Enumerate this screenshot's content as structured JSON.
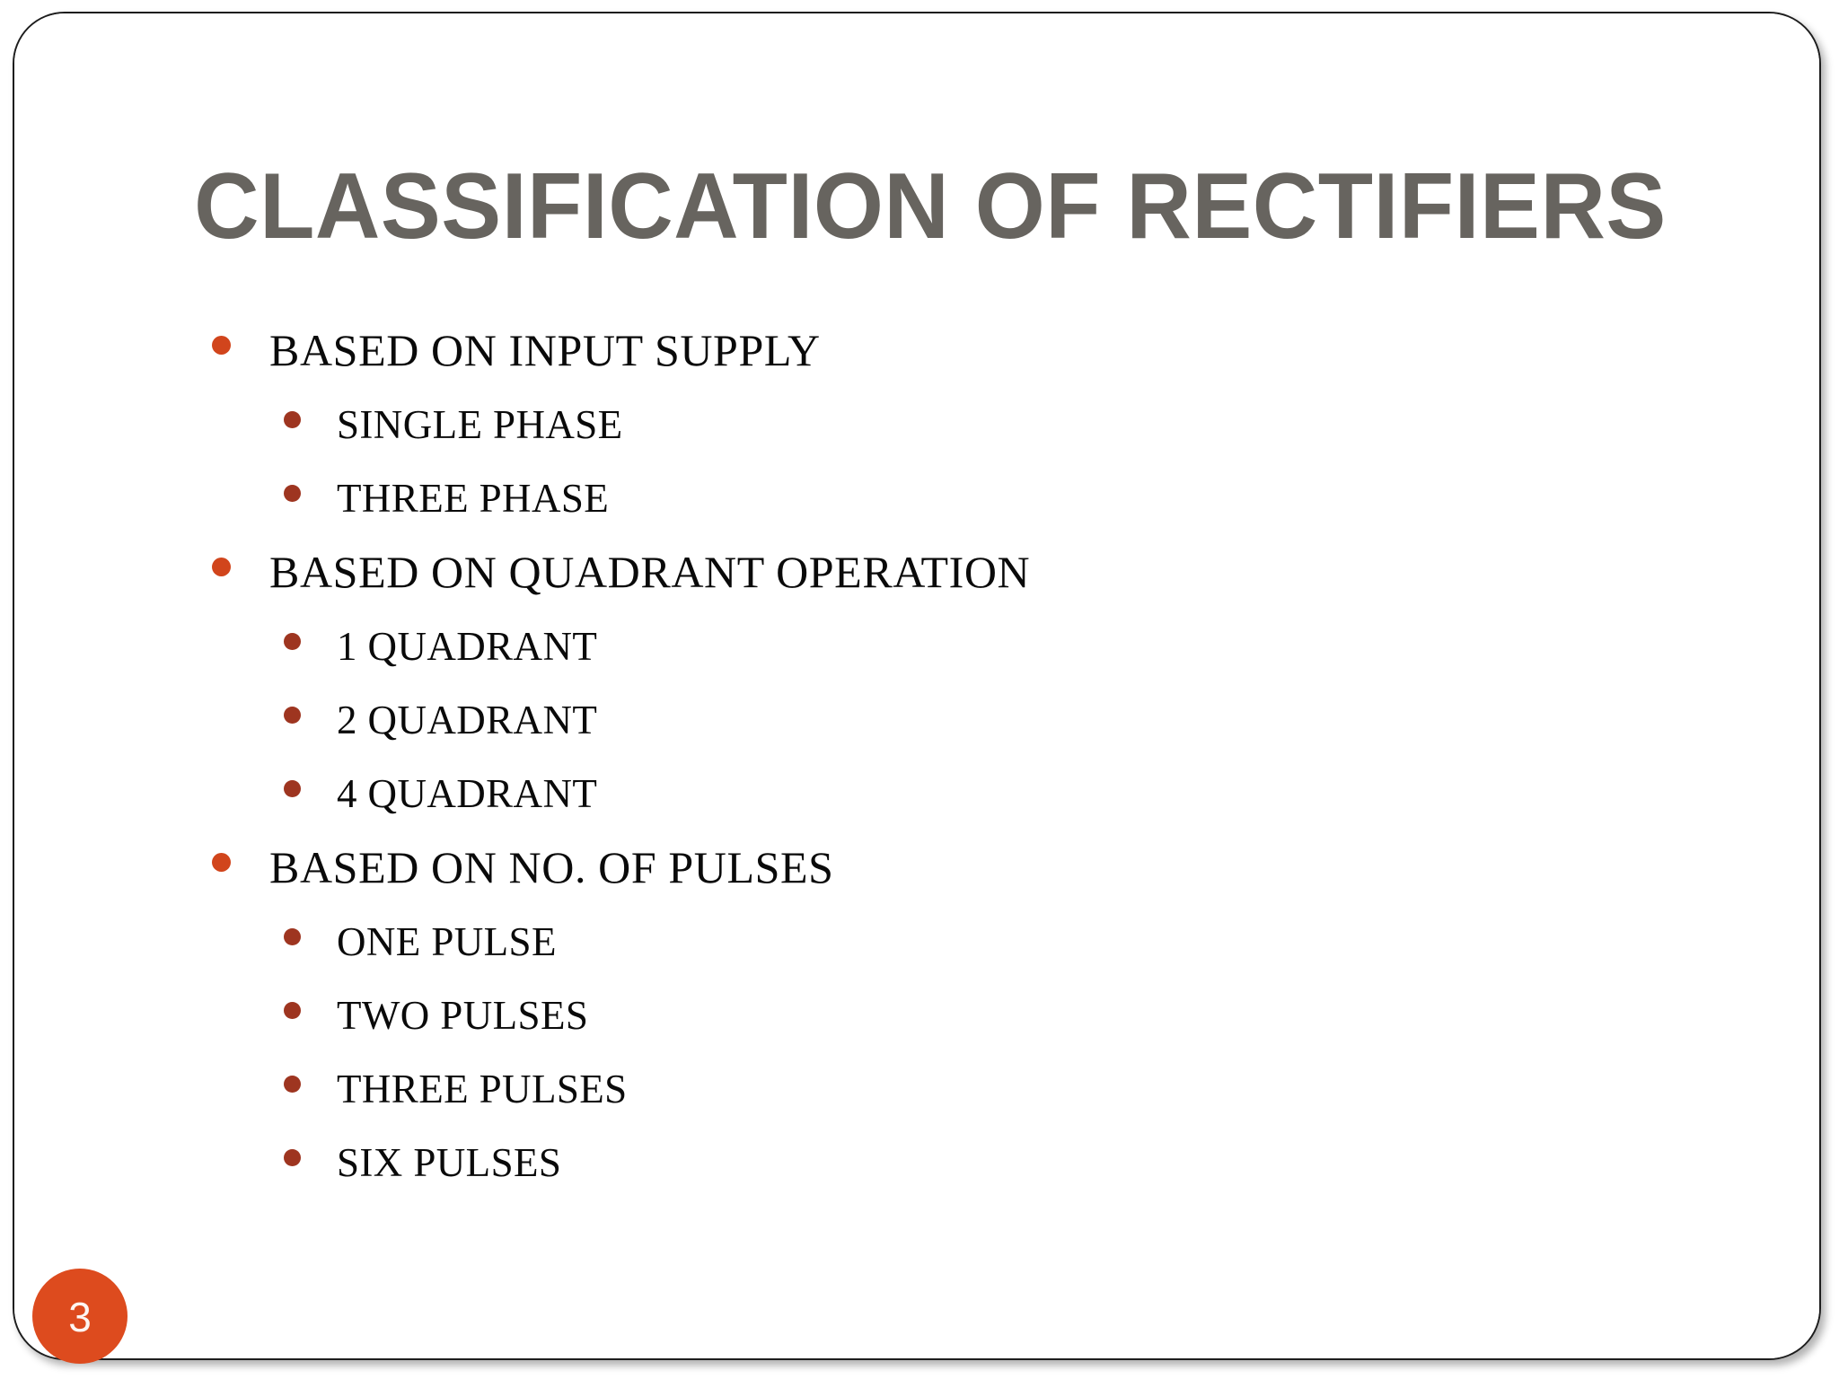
{
  "slide": {
    "title": "CLASSIFICATION OF RECTIFIERS",
    "page_number": "3",
    "colors": {
      "title_gray": "#67645F",
      "bullet_level1": "#D1451C",
      "bullet_level2": "#9E3520",
      "page_badge": "#DD4B1E",
      "page_badge_text": "#FDF6F2",
      "body_text": "#0A0A0A",
      "frame_border": "#1D1D1D",
      "background": "#FFFFFF"
    },
    "bullets": [
      {
        "level": 1,
        "text": "BASED ON INPUT SUPPLY"
      },
      {
        "level": 2,
        "text": "SINGLE PHASE"
      },
      {
        "level": 2,
        "text": "THREE PHASE"
      },
      {
        "level": 1,
        "text": "BASED ON QUADRANT OPERATION"
      },
      {
        "level": 2,
        "text": "1 QUADRANT"
      },
      {
        "level": 2,
        "text": "2 QUADRANT"
      },
      {
        "level": 2,
        "text": "4 QUADRANT"
      },
      {
        "level": 1,
        "text": "BASED ON NO. OF PULSES"
      },
      {
        "level": 2,
        "text": "ONE PULSE"
      },
      {
        "level": 2,
        "text": "TWO PULSES"
      },
      {
        "level": 2,
        "text": "THREE PULSES"
      },
      {
        "level": 2,
        "text": "SIX PULSES"
      }
    ]
  }
}
